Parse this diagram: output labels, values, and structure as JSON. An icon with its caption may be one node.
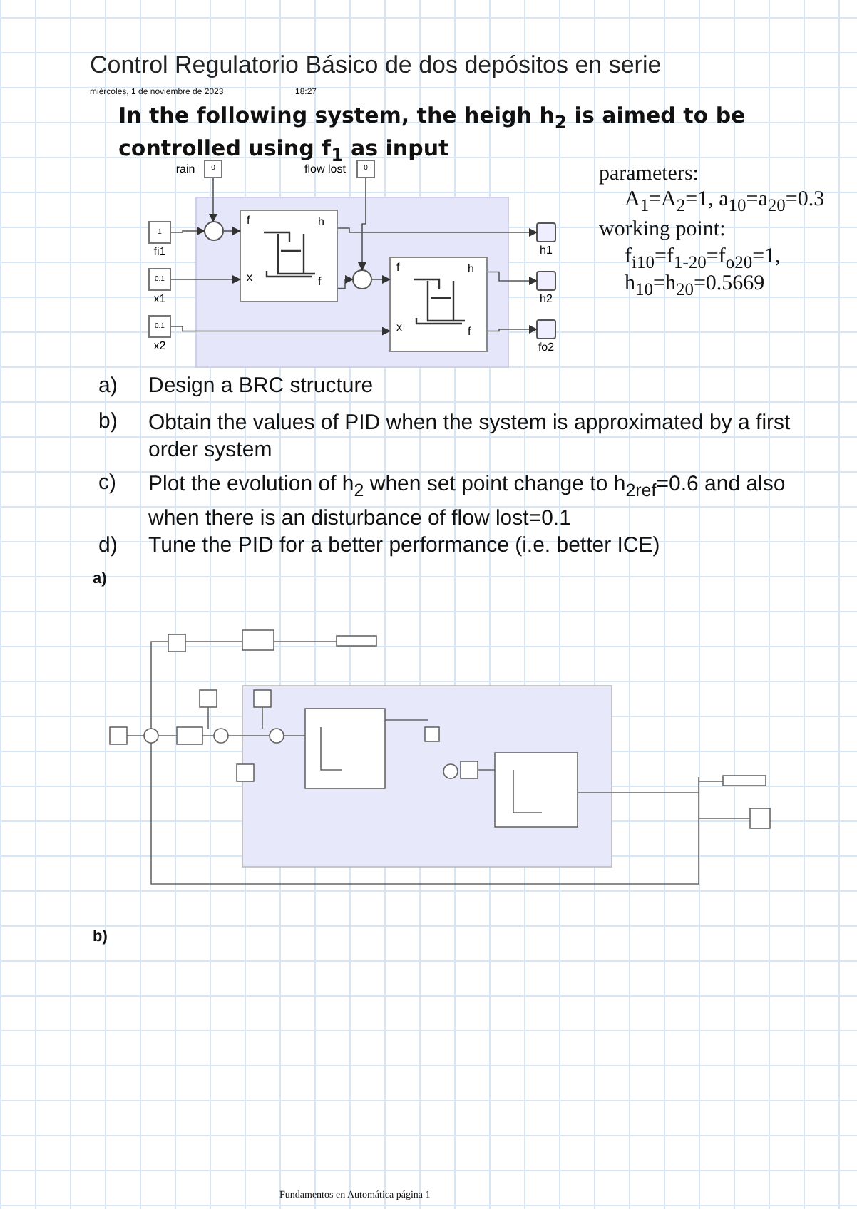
{
  "diagram": {
    "title": "Control Regulatorio Básico de dos depósitos en serie",
    "nodes": [
      {
        "text": [],
        "shape": "box"
      },
      {
        "text": [
          "0"
        ],
        "beside": [
          "rain"
        ]
      },
      {
        "text": [
          "0"
        ],
        "beside": [
          "flow lost"
        ]
      },
      {
        "text": [
          "1"
        ],
        "beside": [
          "fi1"
        ]
      },
      {
        "text": [
          "0.1"
        ],
        "beside": [
          "x1"
        ]
      },
      {
        "text": [
          "0.1"
        ],
        "beside": [
          "x2"
        ]
      },
      {
        "text": [],
        "shape": "circle",
        "in": 0
      },
      {
        "text": [
          "f",
          "h",
          "x",
          "f"
        ],
        "in": 0
      },
      {
        "text": [],
        "shape": "circle",
        "in": 0
      },
      {
        "text": [
          "f",
          "h",
          "x",
          "f"
        ],
        "in": 0
      },
      {
        "text": [],
        "shape": "box",
        "beside": [
          "h1"
        ]
      },
      {
        "text": [],
        "shape": "box",
        "beside": [
          "h2"
        ]
      },
      {
        "text": [],
        "shape": "box",
        "beside": [
          "fo2"
        ]
      }
    ],
    "edges": [
      {
        "from": 1,
        "to": 6,
        "arrow": "to"
      },
      {
        "from": 3,
        "to": 6,
        "arrow": "to"
      },
      {
        "from": 6,
        "to": 7,
        "arrow": "to"
      },
      {
        "from": 4,
        "to": 7,
        "arrow": "to"
      },
      {
        "from": 7,
        "to": 10,
        "arrow": "to"
      },
      {
        "from": 7,
        "to": 8,
        "arrow": "to"
      },
      {
        "from": 2,
        "to": 8,
        "arrow": "to"
      },
      {
        "from": 8,
        "to": 9,
        "arrow": "to"
      },
      {
        "from": 5,
        "to": 9,
        "arrow": "to"
      },
      {
        "from": 9,
        "to": 11,
        "arrow": "to"
      },
      {
        "from": 9,
        "to": 12,
        "arrow": "to"
      }
    ],
    "labels": [
      "miércoles, 1 de noviembre de 2023",
      "18:27",
      "In the following system, the heigh h$_{2}$ is aimed to be controlled using f$_{1}$ as input",
      "parameters:",
      "A$_{1}$=A$_{2}$=1, a$_{10}$=a$_{20}$=0.3",
      "working point:",
      "f$_{i10}$=f$_{1-20}$=f$_{o20}$=1,",
      "h$_{10}$=h$_{20}$=0.5669",
      "a)",
      "Design a BRC structure",
      "b)",
      "Obtain the values of PID when the system is approximated by a first order system",
      "c)",
      "Plot the evolution of h$_{2}$ when set point change to h$_{2ref}$=0.6 and also when there is an disturbance of flow lost=0.1",
      "d)",
      "Tune the PID for a better performance (i.e. better ICE)",
      "a)",
      "b)",
      "Fundamentos en Automática página 1"
    ]
  }
}
